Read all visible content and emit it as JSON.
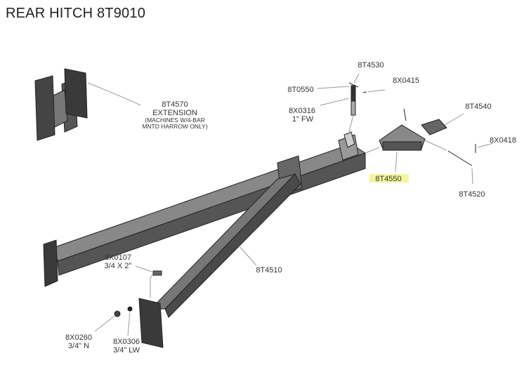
{
  "title": "REAR HITCH 8T9010",
  "highlight_color": "#f4f79a",
  "labels": {
    "p8T4530": "8T4530",
    "p8T0550": "8T0550",
    "p8X0415": "8X0415",
    "p8X0316": "8X0316",
    "p8X0316_desc": "1\" FW",
    "p8T4540": "8T4540",
    "p8X0418": "8X0418",
    "p8T4550": "8T4550",
    "p8T4520": "8T4520",
    "p8T4570": "8T4570",
    "p8T4570_desc1": "EXTENSION",
    "p8T4570_desc2": "(MACHINES W/4-BAR",
    "p8T4570_desc3": "MNTD HARROW ONLY)",
    "p8X0107": "8X0107",
    "p8X0107_desc": "3/4 X 2\"",
    "p8T4510": "8T4510",
    "p8X0260": "8X0260",
    "p8X0260_desc": "3/4\" N",
    "p8X0306": "8X0306",
    "p8X0306_desc": "3/4\" LW"
  }
}
